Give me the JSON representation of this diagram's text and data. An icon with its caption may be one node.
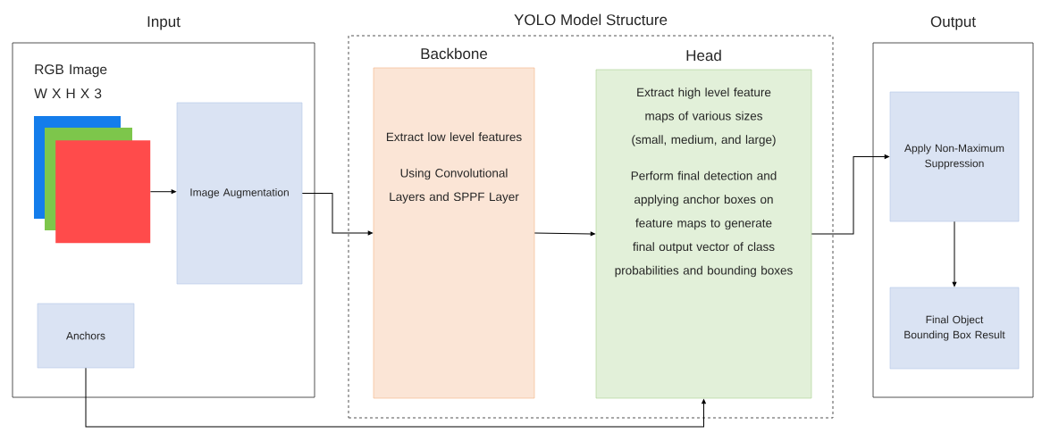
{
  "diagram": {
    "nodes": [
      {
        "text": [
          "Input"
        ]
      },
      {
        "text": [
          "RGB Image W X H X 3"
        ],
        "in": 0
      },
      {
        "text": [
          "Image Augmentation"
        ],
        "in": 0
      },
      {
        "text": [
          "Anchors"
        ],
        "in": 0
      },
      {
        "text": [
          "YOLO Model Structure"
        ]
      },
      {
        "text": [
          "Backbone",
          "Extract low level features",
          "Using Convolutional Layers and SPPF Layer"
        ],
        "in": 4
      },
      {
        "text": [
          "Head",
          "Extract high level feature maps of various sizes (small, medium, and large)",
          "Perform final detection and applying anchor boxes on feature maps to generate final output vector of class probabilities and bounding boxes"
        ],
        "in": 4
      },
      {
        "text": [
          "Output"
        ]
      },
      {
        "text": [
          "Apply Non-Maximum Suppression"
        ],
        "in": 7
      },
      {
        "text": [
          "Final Object Bounding Box Result"
        ],
        "in": 7
      }
    ],
    "edges": [
      {
        "from": 1,
        "to": 2,
        "arrow": "to"
      },
      {
        "from": 2,
        "to": 5,
        "arrow": "to"
      },
      {
        "from": 5,
        "to": 6,
        "arrow": "to"
      },
      {
        "from": 6,
        "to": 8,
        "arrow": "to"
      },
      {
        "from": 8,
        "to": 9,
        "arrow": "to"
      },
      {
        "from": 3,
        "to": 6,
        "arrow": "to"
      }
    ]
  }
}
